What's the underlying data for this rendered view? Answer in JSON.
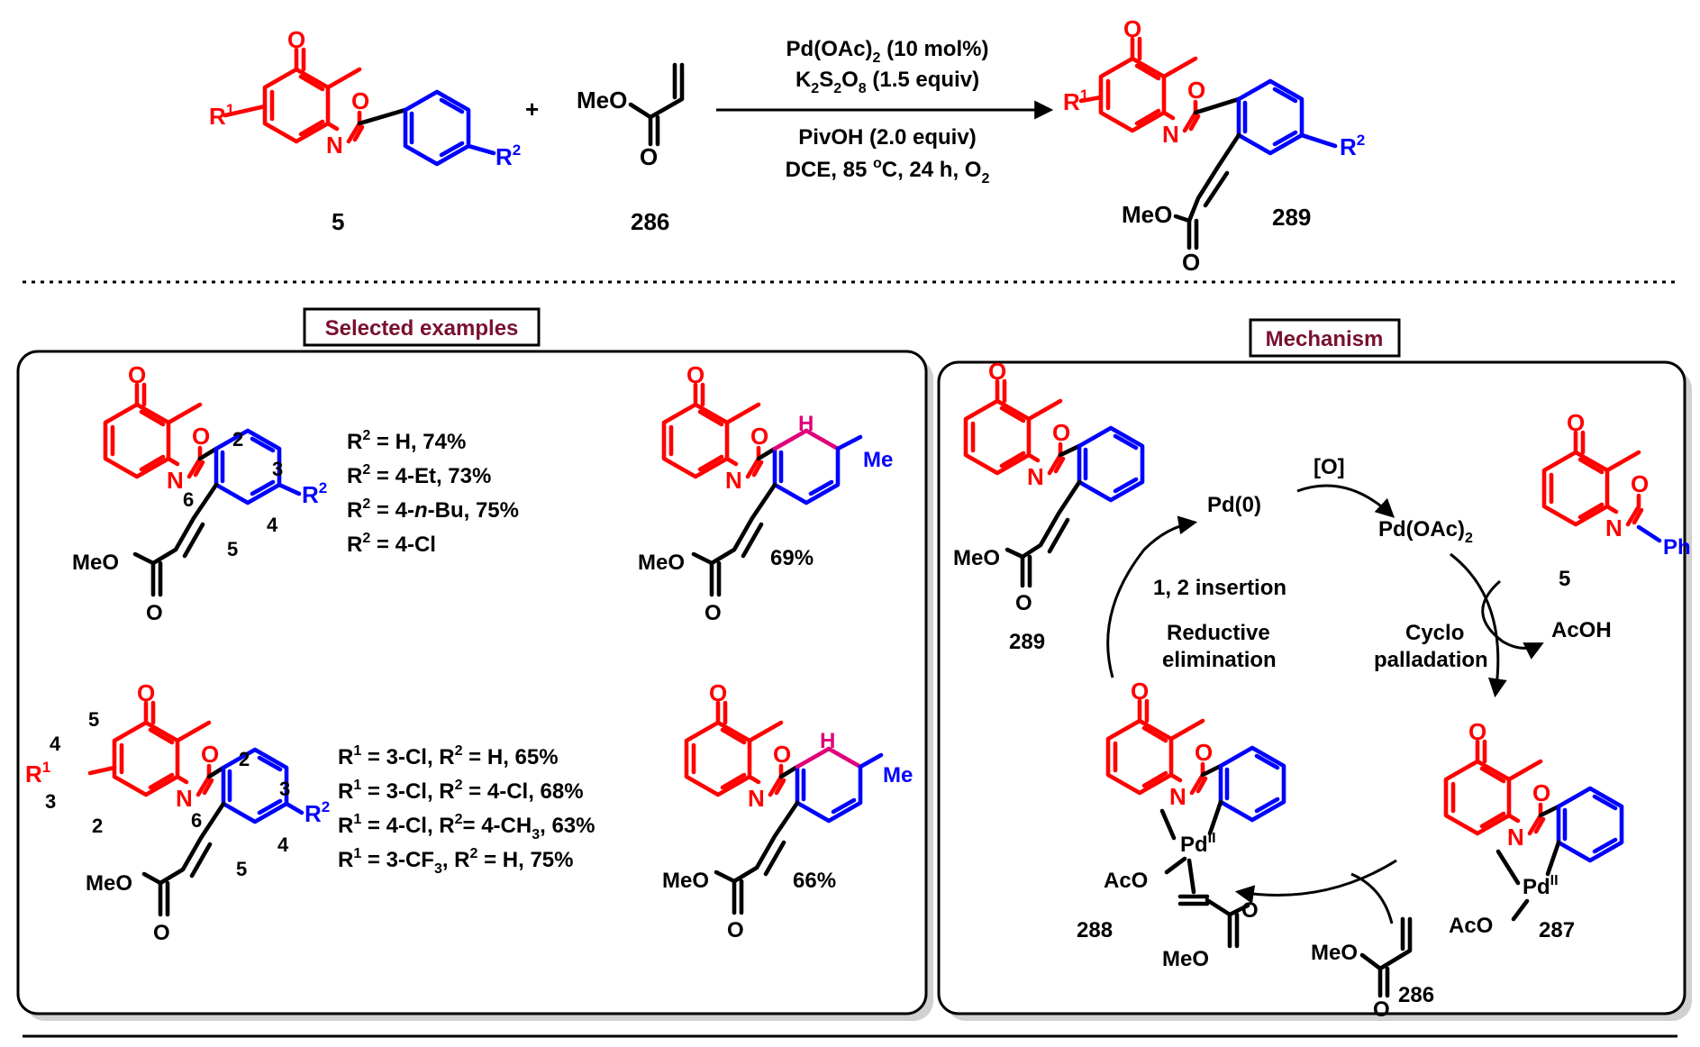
{
  "scheme": {
    "reactant_label": "5",
    "acrylate_label": "286",
    "product_label": "289",
    "plus": "+",
    "meo": "MeO",
    "r1": "R",
    "r1_sup": "1",
    "r2": "R",
    "r2_sup": "2",
    "conditions": {
      "line1_a": "Pd(OAc)",
      "line1_sub": "2",
      "line1_b": " (10 mol%)",
      "line2_a": "K",
      "line2_sub1": "2",
      "line2_b": "S",
      "line2_sub2": "2",
      "line2_c": "O",
      "line2_sub3": "8",
      "line2_d": " (1.5 equiv)",
      "line3": "PivOH (2.0 equiv)",
      "line4_a": "DCE, 85 ",
      "line4_sup": "o",
      "line4_b": "C, 24 h, O",
      "line4_sub": "2"
    }
  },
  "atoms": {
    "O": "O",
    "N": "N",
    "H": "H",
    "Me": "Me",
    "Ph": "Ph"
  },
  "examples": {
    "header": "Selected examples",
    "ex1_rows": [
      {
        "a": "R",
        "sup": "2",
        "b": " = H, 74%"
      },
      {
        "a": "R",
        "sup": "2",
        "b": " = 4-Et, 73%"
      },
      {
        "a": "R",
        "sup": "2",
        "b": " = 4-",
        "it": "n",
        "c": "-Bu, 75%"
      },
      {
        "a": "R",
        "sup": "2",
        "b": " = 4-Cl"
      }
    ],
    "ex2_rows": [
      {
        "a": "R",
        "sup": "1",
        "b": " = 3-Cl, R",
        "sup2": "2",
        "c": " = H, 65%"
      },
      {
        "a": "R",
        "sup": "1",
        "b": " = 3-Cl, R",
        "sup2": "2",
        "c": " = 4-Cl, 68%"
      },
      {
        "a": "R",
        "sup": "1",
        "b": " = 4-Cl, R",
        "sup2": "2",
        "c": "= 4-CH",
        "sub": "3",
        "d": ", 63%"
      },
      {
        "a": "R",
        "sup": "1",
        "b": " = 3-CF",
        "sub": "3",
        "c": ", R",
        "sup2": "2",
        "d": " = H, 75%"
      }
    ],
    "yield_a": "69%",
    "yield_b": "66%",
    "pos": {
      "p2": "2",
      "p3": "3",
      "p4": "4",
      "p5": "5",
      "p6": "6"
    }
  },
  "mechanism": {
    "header": "Mechanism",
    "pd0": "Pd(0)",
    "ox": "[O]",
    "pdoac_a": "Pd(OAc)",
    "pdoac_sub": "2",
    "acoh": "AcOH",
    "insertion": "1, 2 insertion",
    "reductive_1": "Reductive",
    "reductive_2": "elimination",
    "cyclo_1": "Cyclo",
    "cyclo_2": "palladation",
    "pd": "Pd",
    "pd_sup": "II",
    "aco": "AcO",
    "labels": {
      "p289": "289",
      "p5": "5",
      "p288": "288",
      "p287": "287",
      "p286": "286"
    }
  },
  "colors": {
    "core": "#ff0000",
    "aryl": "#0000ff",
    "highlight": "#e0007a",
    "header_text": "#7a1030"
  }
}
